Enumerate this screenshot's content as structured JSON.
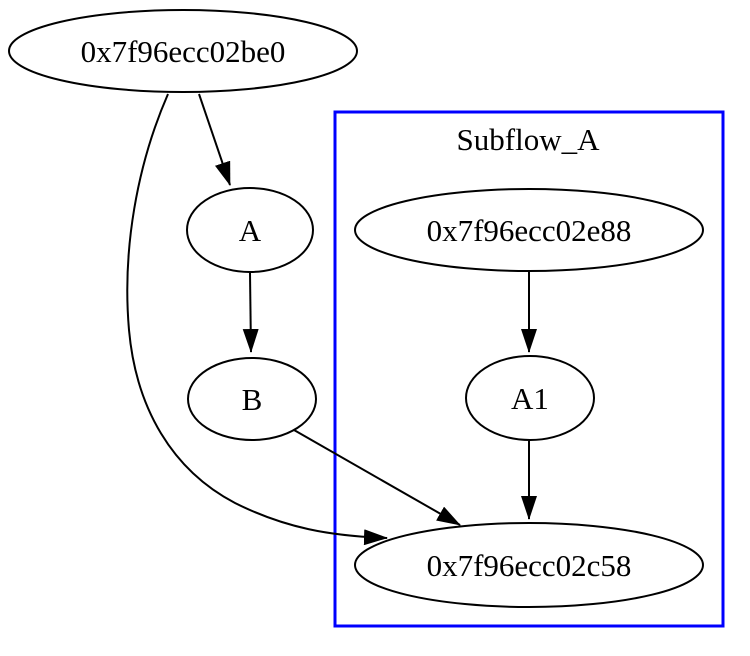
{
  "diagram": {
    "type": "directed-graph",
    "background_color": "#ffffff",
    "edge_color": "#000000",
    "node_fill_color": "#ffffff",
    "node_stroke_color": "#000000",
    "cluster": {
      "label": "Subflow_A",
      "border_color": "#0000ff"
    },
    "nodes": {
      "be0": {
        "label": "0x7f96ecc02be0"
      },
      "a": {
        "label": "A"
      },
      "b": {
        "label": "B"
      },
      "e88": {
        "label": "0x7f96ecc02e88"
      },
      "a1": {
        "label": "A1"
      },
      "c58": {
        "label": "0x7f96ecc02c58"
      }
    },
    "edges": [
      {
        "from": "0x7f96ecc02be0",
        "to": "A"
      },
      {
        "from": "0x7f96ecc02be0",
        "to": "0x7f96ecc02c58"
      },
      {
        "from": "A",
        "to": "B"
      },
      {
        "from": "B",
        "to": "0x7f96ecc02c58"
      },
      {
        "from": "0x7f96ecc02e88",
        "to": "A1"
      },
      {
        "from": "A1",
        "to": "0x7f96ecc02c58"
      }
    ]
  }
}
